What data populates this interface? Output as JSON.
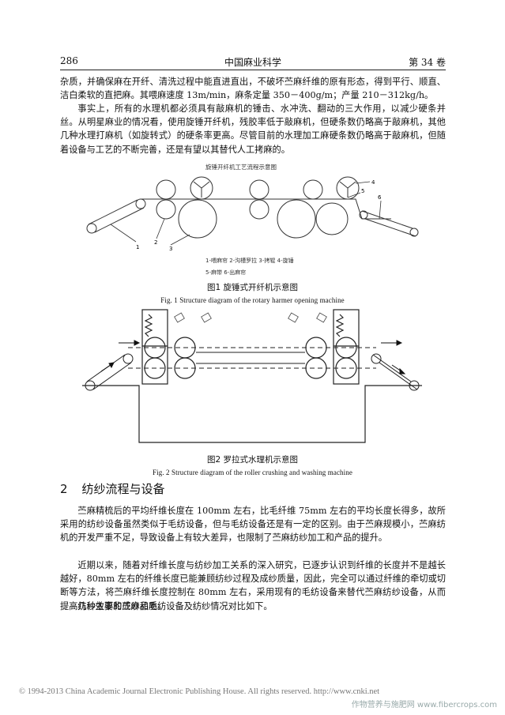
{
  "header": {
    "page_number": "286",
    "journal": "中国麻业科学",
    "volume": "第 34 卷"
  },
  "paragraphs": {
    "p1": "杂质，并确保麻在开纤、清洗过程中能直进直出，不破坏苎麻纤维的原有形态，得到平行、顺直、洁白柔软的直把麻。其喂麻速度 13m/min，麻条定量 350－400g/m；产量 210－312kg/h。",
    "p2": "事实上，所有的水理机都必须具有敲麻机的锤击、水冲洗、翻动的三大作用，以减少硬条并丝。从明星麻业的情况看，使用旋锤开纤机，残胶率低于敲麻机，但硬条数仍略高于敲麻机，其他几种水理打麻机（如旋转式）的硬条率更高。尽管目前的水理加工麻硬条数仍略高于敲麻机，但随着设备与工艺的不断完善，还是有望以其替代人工拷麻的。",
    "p3": "苎麻精梳后的平均纤维长度在 100mm 左右，比毛纤维 75mm 左右的平均长度长得多，故所采用的纺纱设备虽然类似于毛纺设备，但与毛纺设备还是有一定的区别。由于苎麻规模小，苎麻纺机的开发严重不足，导致设备上有较大差异，也限制了苎麻纺纱加工和产品的提升。",
    "p4": "近期以来，随着对纤维长度与纺纱加工关系的深入研究，已逐步认识到纤维的长度并不是越长越好，80mm 左右的纤维长度已能兼顾纺纱过程及成纱质量，因此，完全可以通过纤维的牵切或切断等方法，将苎麻纤维长度控制在 80mm 左右，采用现有的毛纺设备来替代苎麻纺纱设备，从而提高纺纱效率和成纱品质。",
    "p5": "几种主要的苎麻和毛纺设备及纺纱情况对比如下。"
  },
  "figure1": {
    "inner_title": "旋锤开纤机工艺流程示意图",
    "callouts": [
      "1",
      "2",
      "3",
      "4",
      "5",
      "6"
    ],
    "legend_line1": "1-喂麻帘   2-沟槽罗拉   3-拷辊   4-旋锤",
    "legend_line2": "5-麻带   6-出麻帘",
    "caption_cn": "图1   旋锤式开纤机示意图",
    "caption_en": "Fig. 1    Structure diagram of the rotary harmer opening machine"
  },
  "figure2": {
    "caption_cn": "图2  罗拉式水理机示意图",
    "caption_en": "Fig. 2    Structure diagram of the roller crushing and washing machine"
  },
  "section": {
    "number": "2",
    "title": "纺纱流程与设备"
  },
  "footer": {
    "copyright": "© 1994-2013 China Academic Journal Electronic Publishing House. All rights reserved.     http://www.cnki.net",
    "watermark": "作物营养与施肥网 www.fibercrops.com"
  }
}
